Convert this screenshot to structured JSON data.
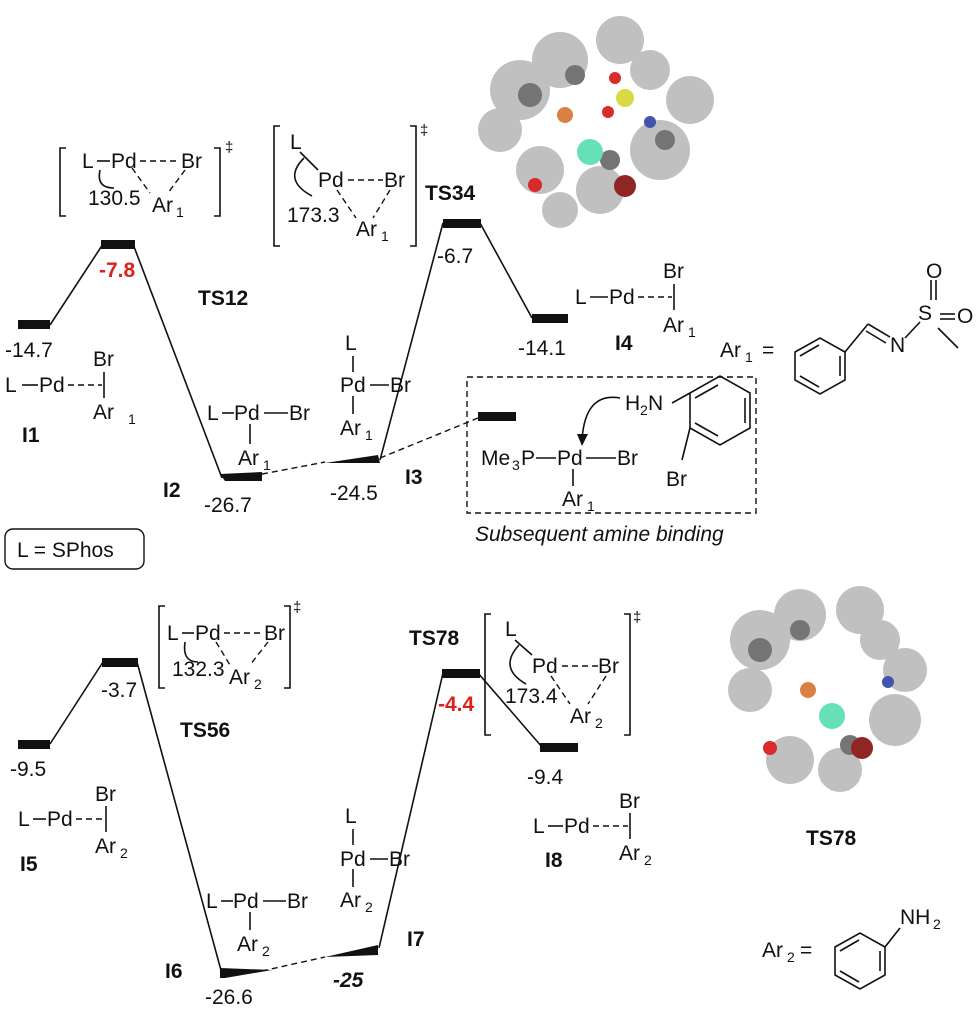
{
  "reactions": [
    {
      "id": "top",
      "states": [
        {
          "label": "I1",
          "energy": "-14.7"
        },
        {
          "label": "TS12",
          "energy": "-7.8",
          "highlight": true,
          "angle": "130.5",
          "aryl": "Ar1"
        },
        {
          "label": "I2",
          "energy": "-26.7"
        },
        {
          "label": "I3",
          "energy": "-24.5"
        },
        {
          "label": "TS34",
          "energy": "-6.7",
          "angle": "173.3",
          "aryl": "Ar1"
        },
        {
          "label": "I4",
          "energy": "-14.1"
        }
      ]
    },
    {
      "id": "bottom",
      "states": [
        {
          "label": "I5",
          "energy": "-9.5"
        },
        {
          "label": "TS56",
          "energy": "-3.7",
          "angle": "132.3",
          "aryl": "Ar2"
        },
        {
          "label": "I6",
          "energy": "-26.6"
        },
        {
          "label": "I7",
          "energy": "-25",
          "italic_bold": true
        },
        {
          "label": "TS78",
          "energy": "-4.4",
          "highlight": true,
          "angle": "173.4",
          "aryl": "Ar2"
        },
        {
          "label": "I8",
          "energy": "-9.4"
        }
      ]
    }
  ],
  "ligand_box": "L = SPhos",
  "inset_caption": "Subsequent amine binding",
  "tsAnswer": "‡",
  "atoms": {
    "L": "L",
    "Pd": "Pd",
    "Br": "Br",
    "Ar": "Ar",
    "Me3P": "Me",
    "P": "P",
    "H2N": "H",
    "N": "N",
    "S": "S",
    "O": "O",
    "NH2": "NH"
  },
  "ar1_label": "Ar",
  "ar2_label": "Ar",
  "model_caption": "TS78",
  "colors": {
    "highlight": "#e0201b",
    "pd_atom": "#5ee0b4",
    "p_atom": "#d97a3a",
    "br_atom": "#8b1a1a",
    "o_atom": "#d82020",
    "s_atom": "#d8d83a",
    "n_atom": "#3a4aa8"
  }
}
